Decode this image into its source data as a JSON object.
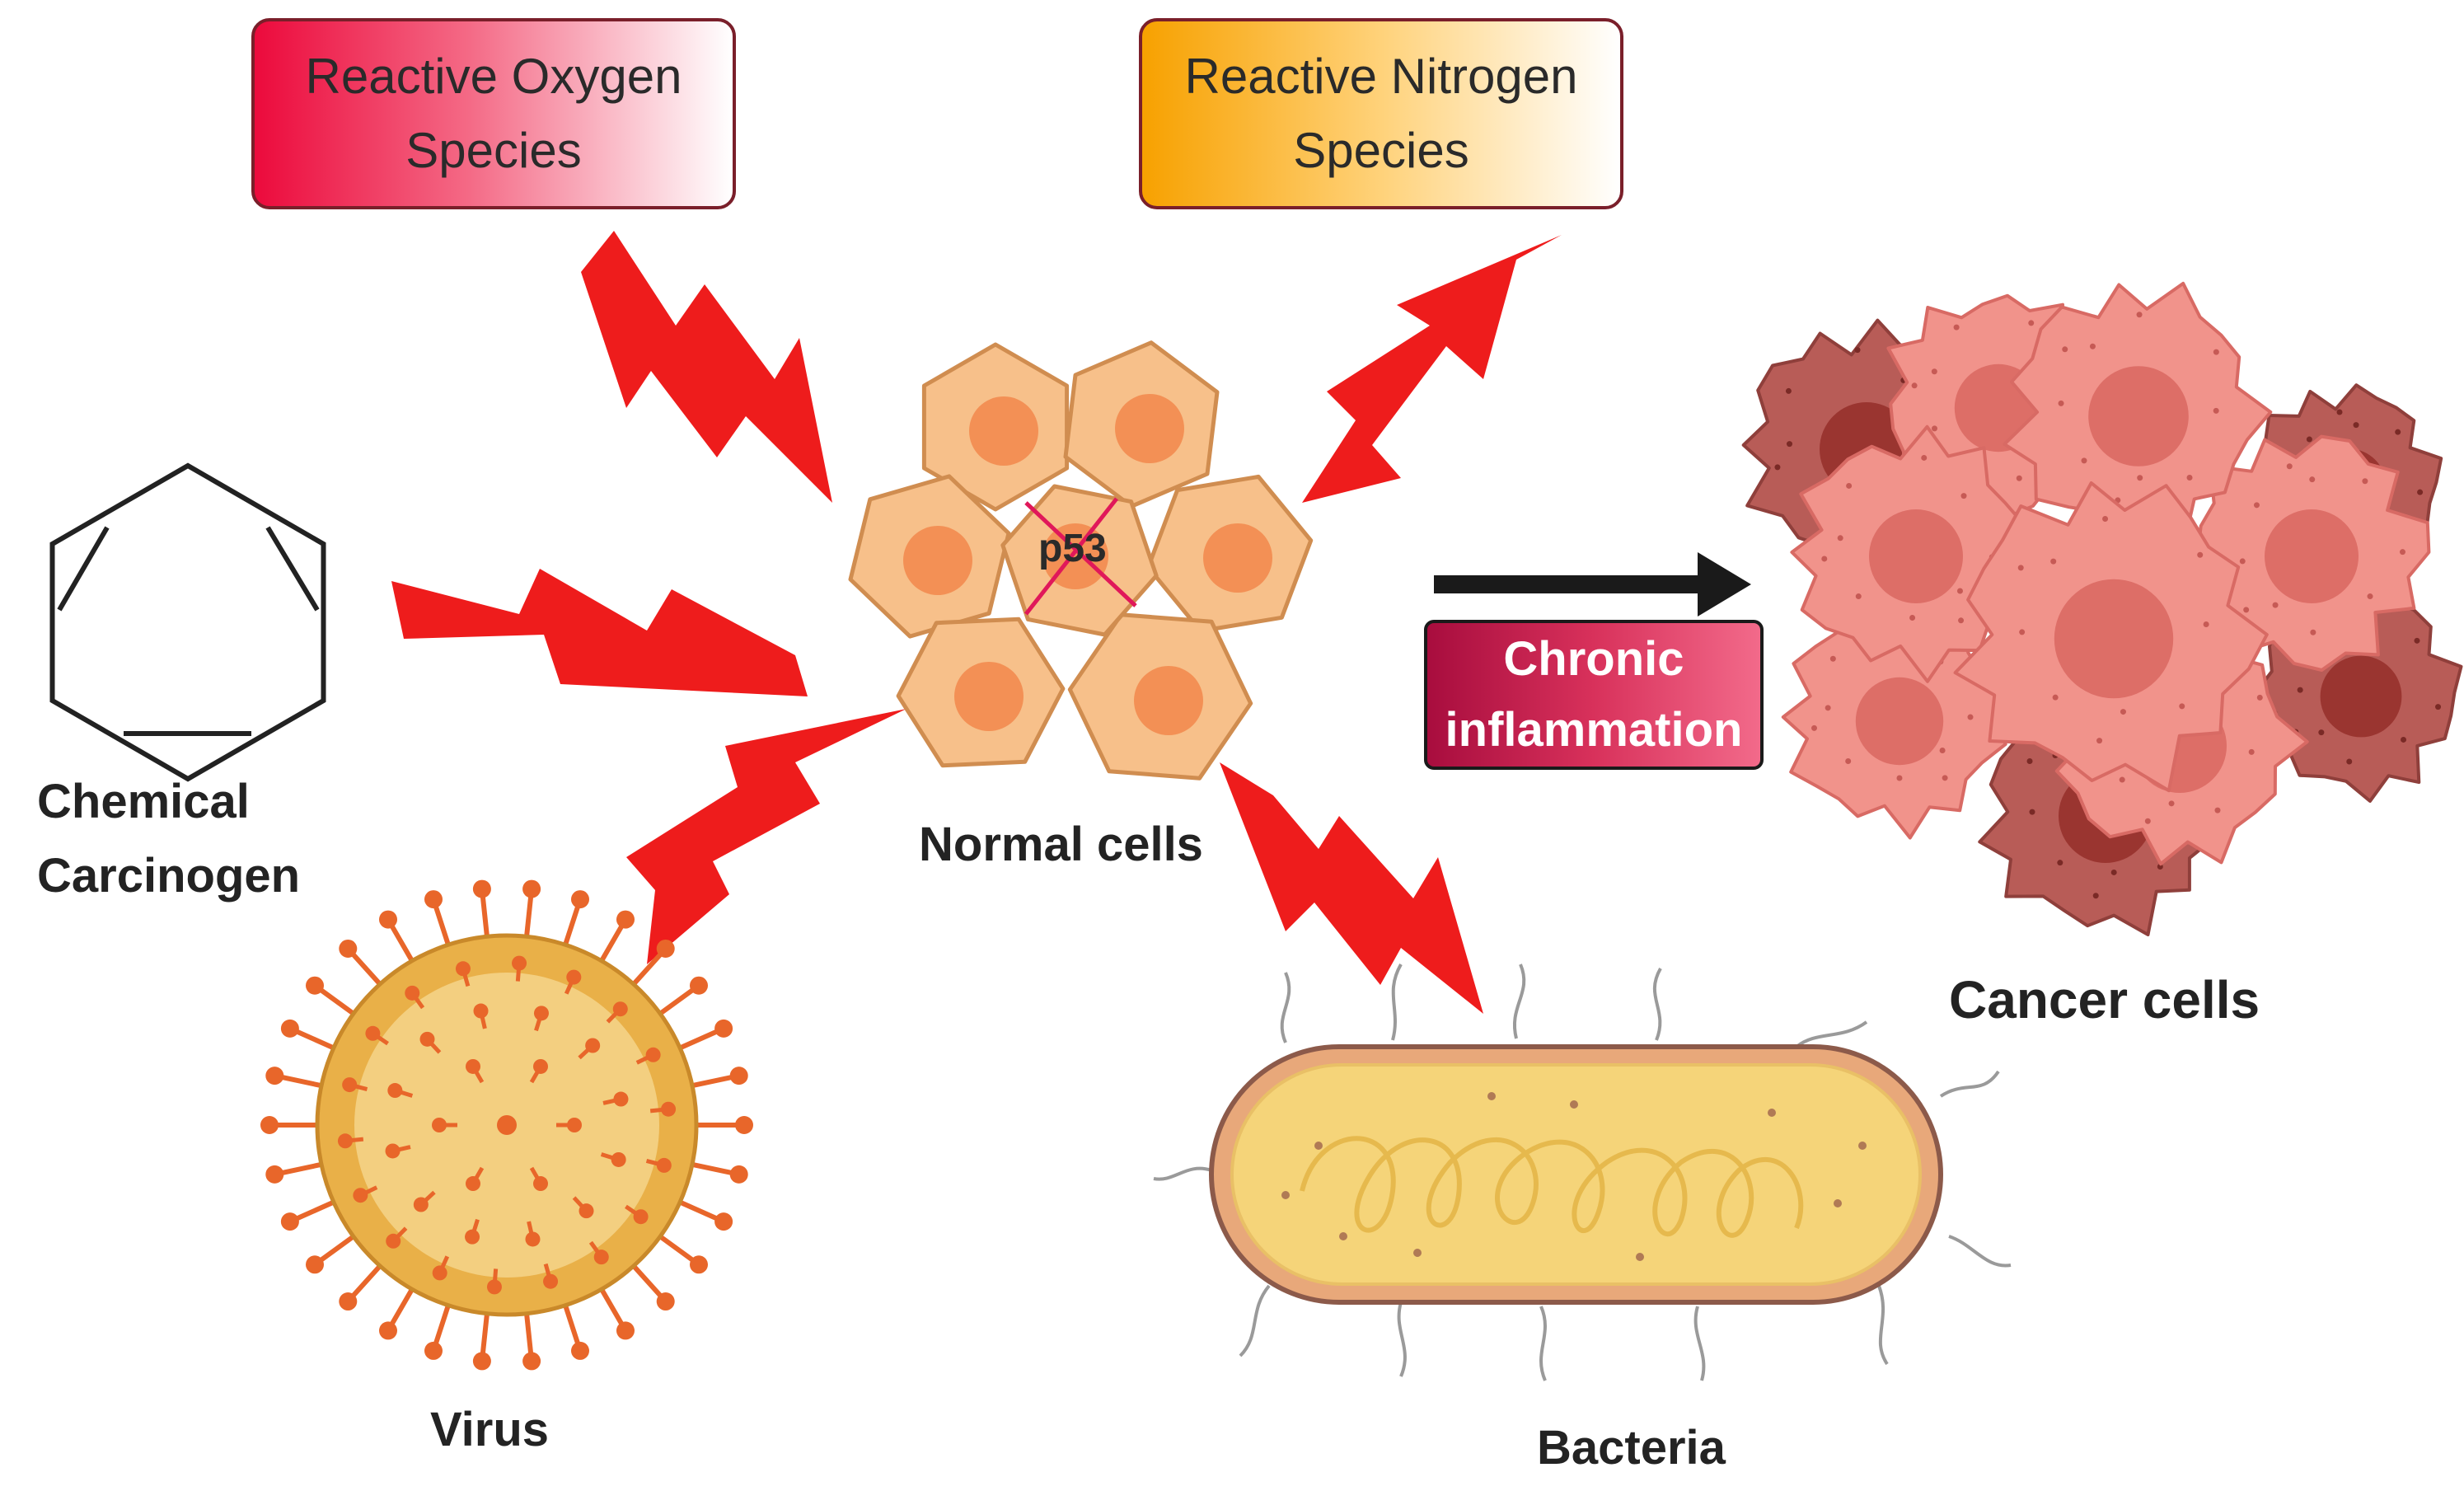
{
  "boxes": {
    "ros": [
      "Reactive Oxygen",
      "Species"
    ],
    "rns": [
      "Reactive Nitrogen",
      "Species"
    ],
    "chronic": [
      "Chronic",
      "inflammation"
    ]
  },
  "labels": {
    "chemical": [
      "Chemical",
      "Carcinogen"
    ],
    "normal_cells": "Normal cells",
    "cancer_cells": "Cancer cells",
    "virus": "Virus",
    "bacteria": "Bacteria",
    "p53": "p53"
  },
  "colors": {
    "lightning": "#ee1c1c",
    "normal_cell_fill": "#f7c08a",
    "normal_cell_nucleus": "#f39055",
    "cancer_cell_fill": "#f1938b",
    "cancer_cell_dark": "#b85c57",
    "virus_body": "#e9b048",
    "virus_spike": "#e8662a",
    "bacteria_body": "#f5d479",
    "arrow": "#1a1a1a",
    "p53_cross": "#e0185a"
  }
}
